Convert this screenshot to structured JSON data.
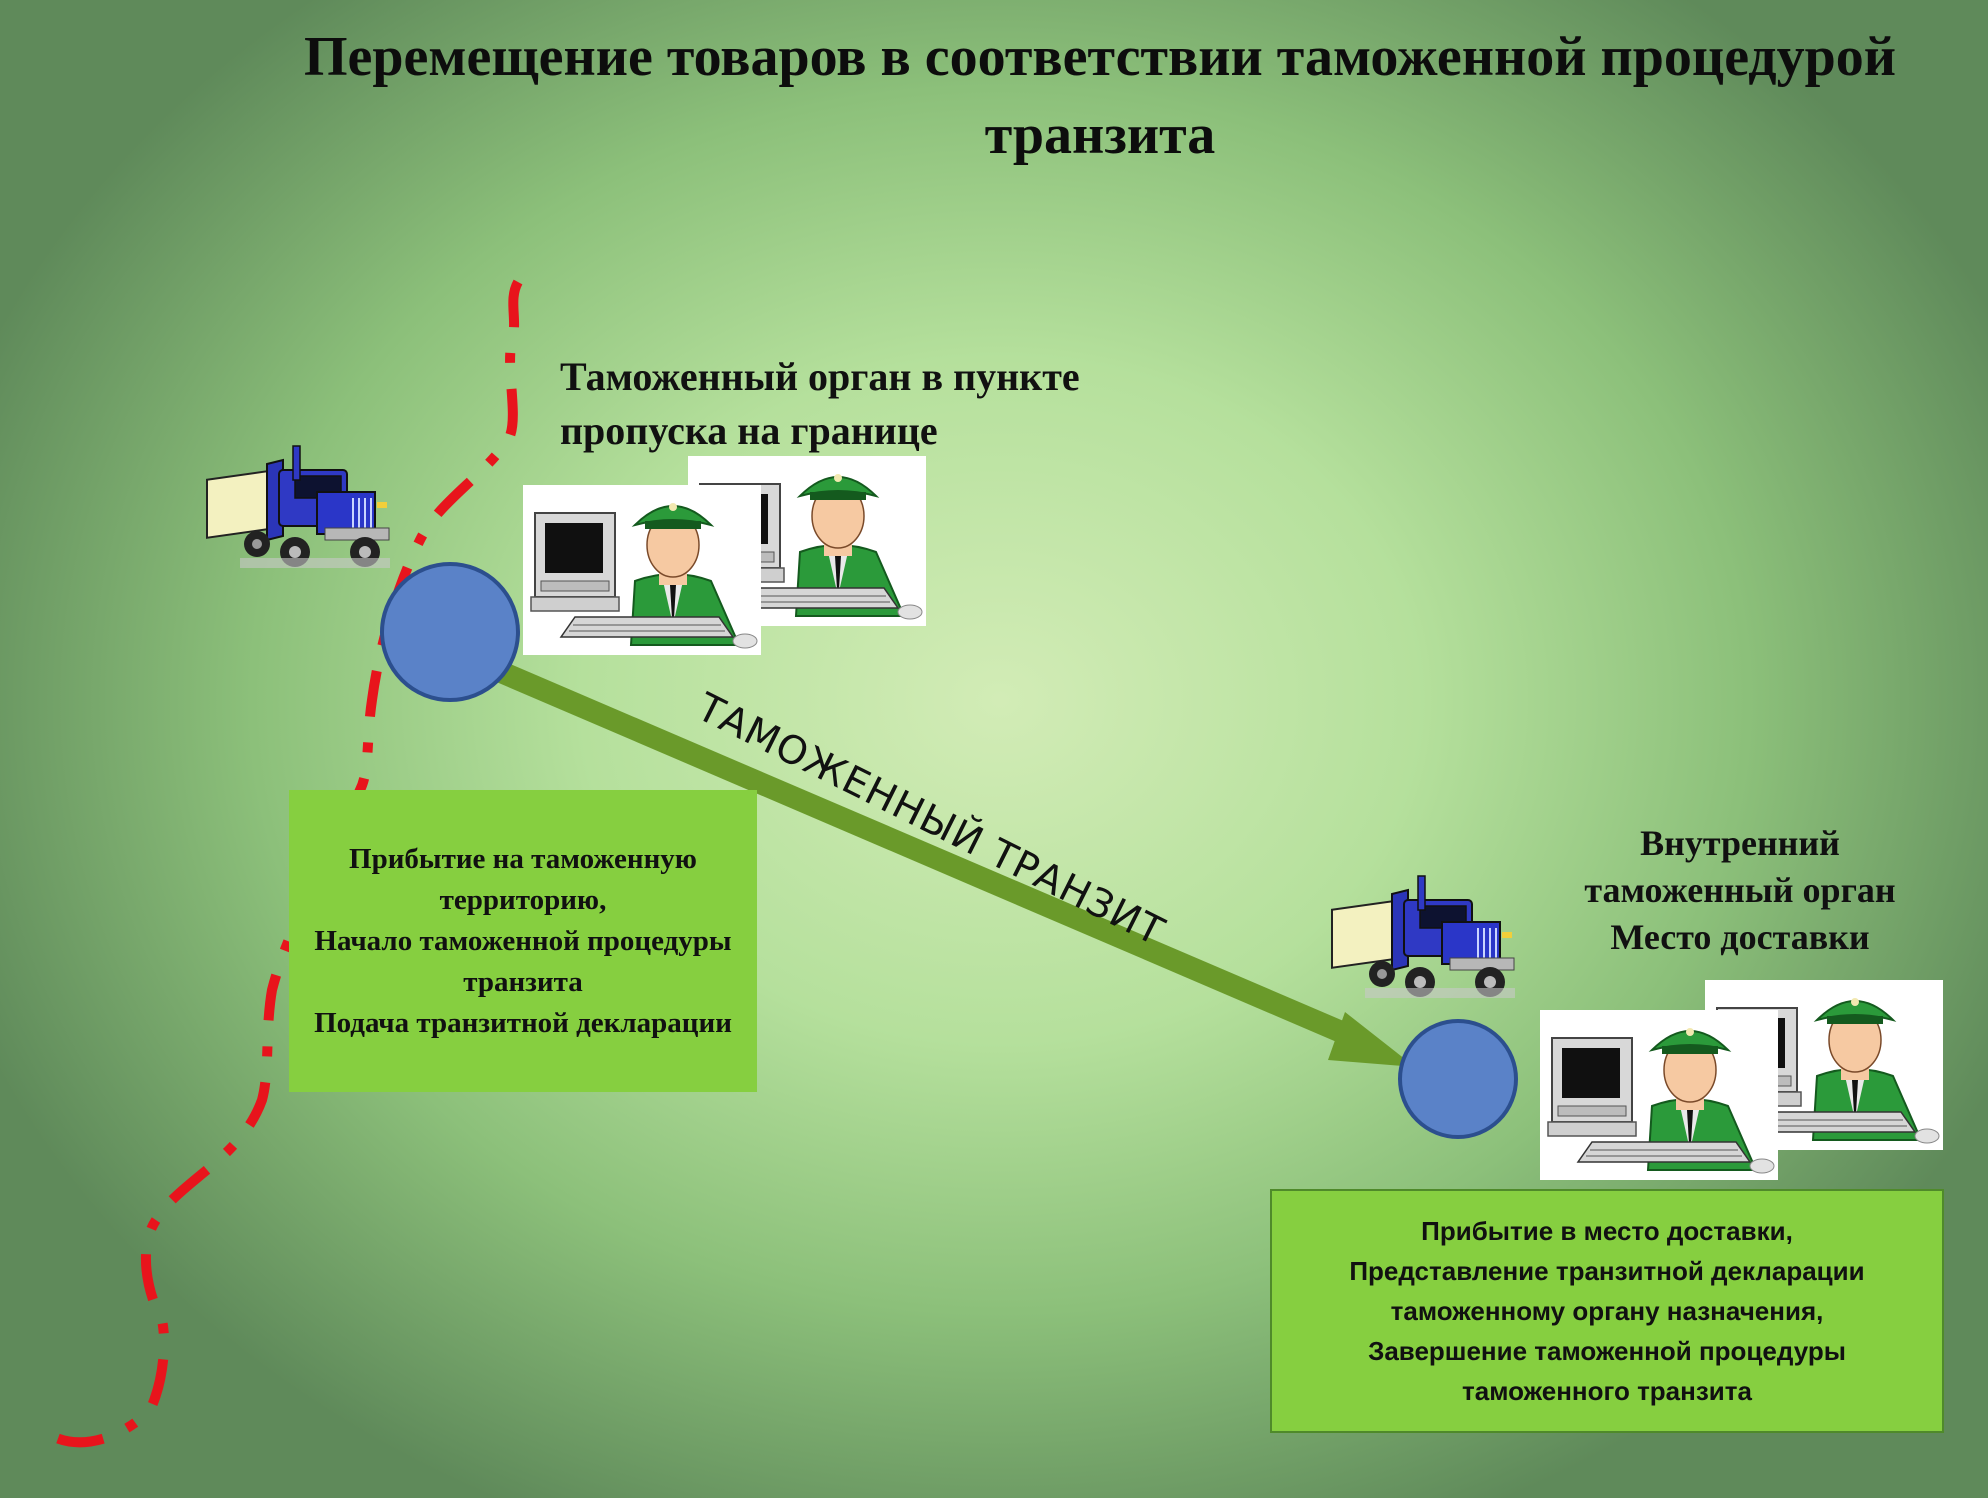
{
  "title": "Перемещение товаров в соответствии таможенной процедурой транзита",
  "border_office": {
    "label": "Таможенный орган в пункте пропуска на границе",
    "box_text": "Прибытие на таможенную территорию,\nНачало таможенной процедуры транзита\nПодача транзитной декларации"
  },
  "transit_arrow": {
    "label": "ТАМОЖЕННЫЙ ТРАНЗИТ"
  },
  "inner_office": {
    "label": "Внутренний таможенный орган Место доставки",
    "box_text": "Прибытие в место доставки,\nПредставление транзитной декларации\nтаможенному органу назначения,\nЗавершение таможенной процедуры\nтаможенного транзита"
  },
  "colors": {
    "border_line": "#e8141c",
    "node_fill": "#5a82c8",
    "node_stroke": "#2c4f8e",
    "arrow": "#6a9a2a",
    "box": "#86cf40",
    "truck_cab": "#2f39c4",
    "truck_trailer": "#f3f1c0",
    "officer_uniform": "#2b9a3a"
  },
  "icons": [
    "truck-icon",
    "customs-officer-icon",
    "computer-icon"
  ]
}
